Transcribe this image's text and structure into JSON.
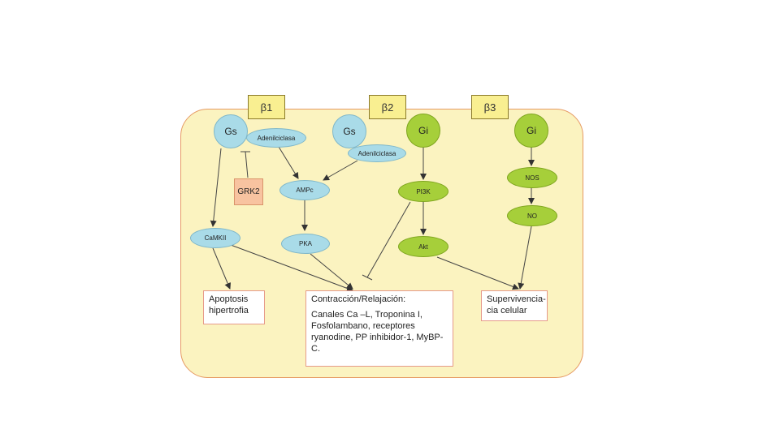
{
  "receptors": {
    "b1": "β1",
    "b2": "β2",
    "b3": "β3"
  },
  "nodes": {
    "gs1": "Gs",
    "gs2": "Gs",
    "gi1": "Gi",
    "gi2": "Gi",
    "adenilciclasa1": "Adenilciclasa",
    "adenilciclasa2": "Adenilciclasa",
    "grk2": "GRK2",
    "ampc": "AMPc",
    "pka": "PKA",
    "camkii": "CaMKII",
    "pi3k": "PI3K",
    "akt": "Akt",
    "nos": "NOS",
    "no": "NO"
  },
  "outcomes": {
    "apoptosis_line1": "Apoptosis",
    "apoptosis_line2": "hipertrofia",
    "contraction_title": "Contracción/Relajación:",
    "contraction_body": "Canales Ca –L, Troponina I, Fosfolambano, receptores ryanodine, PP inhibidor-1, MyBP-C.",
    "survival_line1": "Supervivencia-",
    "survival_line2": "cia celular"
  },
  "colors": {
    "cell_fill": "#fbf3c0",
    "cell_border": "#e69a63",
    "gs_blue": "#a9dbe8",
    "gi_green": "#a6cf3a",
    "receptor_yellow": "#f9ef91",
    "grk_orange": "#f8c3a0"
  }
}
